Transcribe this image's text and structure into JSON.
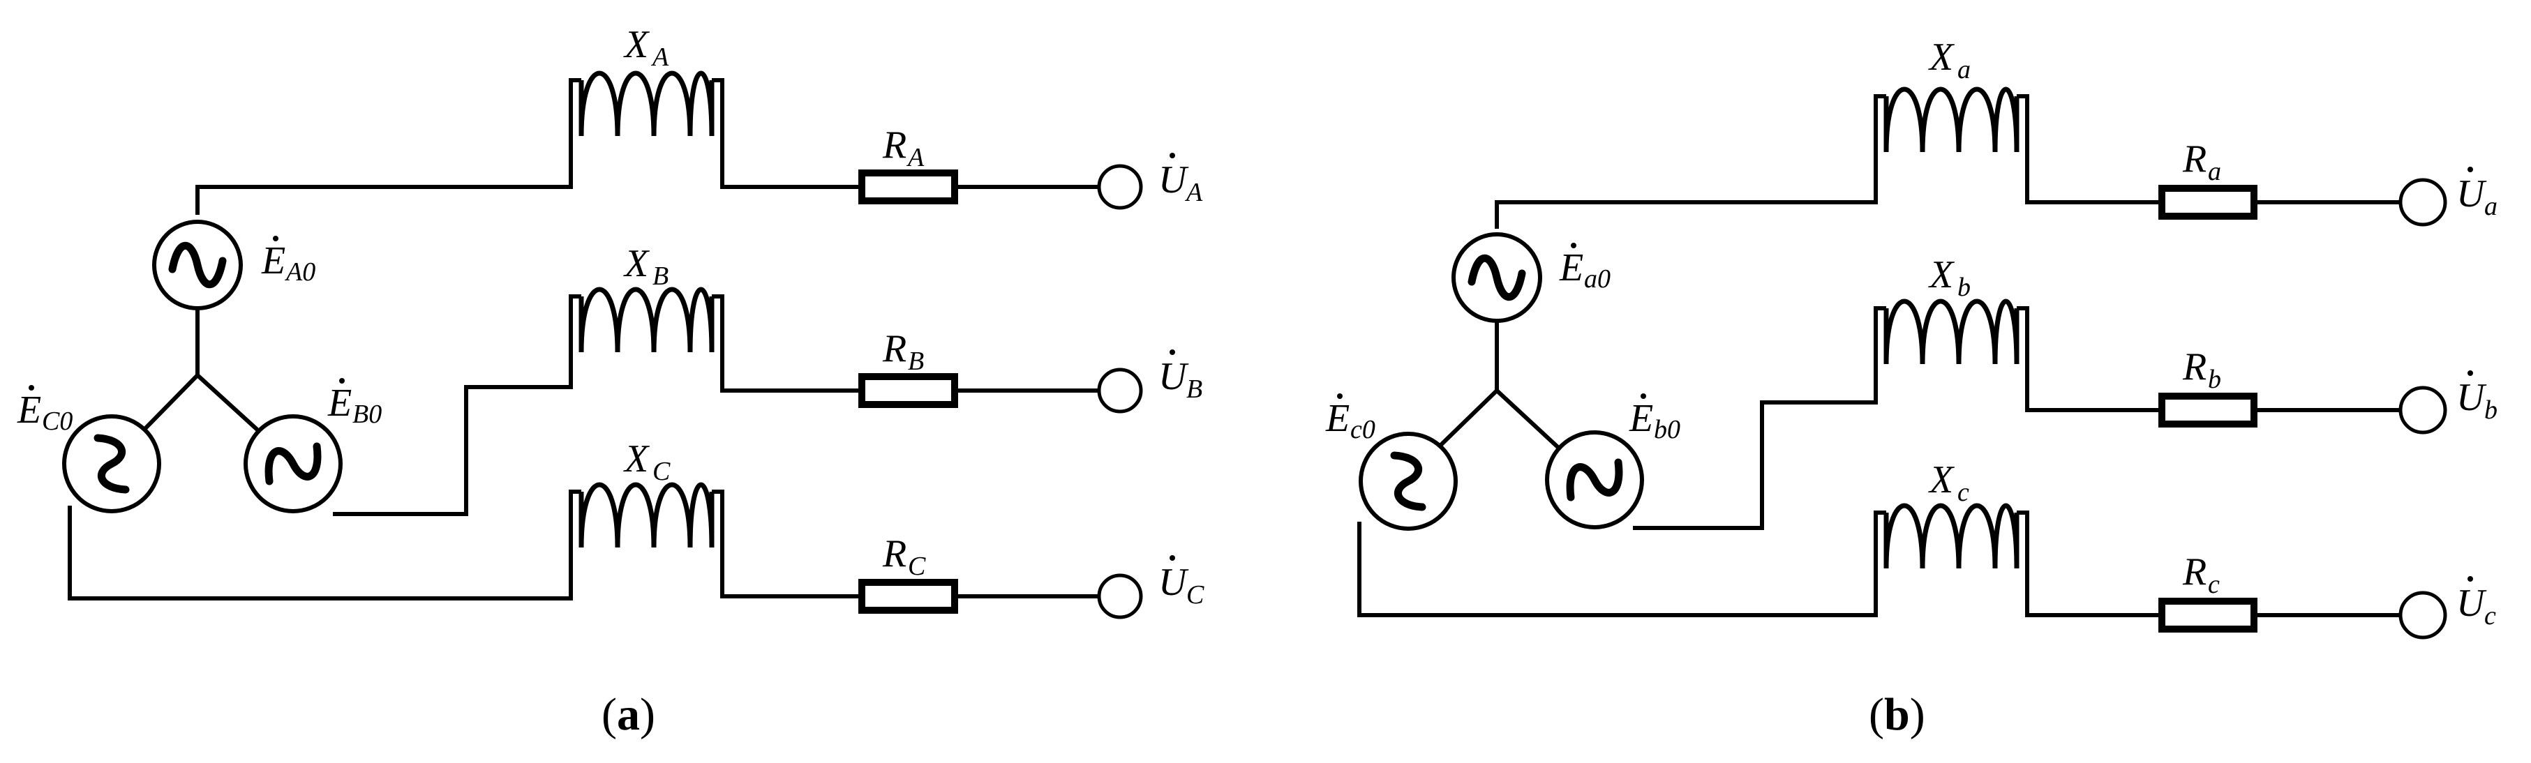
{
  "panels": [
    {
      "caption": {
        "open": "(",
        "letter": "a",
        "close": ")"
      },
      "sources": [
        {
          "base": "E",
          "sub": "A0"
        },
        {
          "base": "E",
          "sub": "B0"
        },
        {
          "base": "E",
          "sub": "C0"
        }
      ],
      "reactances": [
        {
          "base": "X",
          "sub": "A"
        },
        {
          "base": "X",
          "sub": "B"
        },
        {
          "base": "X",
          "sub": "C"
        }
      ],
      "resistances": [
        {
          "base": "R",
          "sub": "A"
        },
        {
          "base": "R",
          "sub": "B"
        },
        {
          "base": "R",
          "sub": "C"
        }
      ],
      "terminals": [
        {
          "base": "U",
          "sub": "A"
        },
        {
          "base": "U",
          "sub": "B"
        },
        {
          "base": "U",
          "sub": "C"
        }
      ]
    },
    {
      "caption": {
        "open": "(",
        "letter": "b",
        "close": ")"
      },
      "sources": [
        {
          "base": "E",
          "sub": "a0"
        },
        {
          "base": "E",
          "sub": "b0"
        },
        {
          "base": "E",
          "sub": "c0"
        }
      ],
      "reactances": [
        {
          "base": "X",
          "sub": "a"
        },
        {
          "base": "X",
          "sub": "b"
        },
        {
          "base": "X",
          "sub": "c"
        }
      ],
      "resistances": [
        {
          "base": "R",
          "sub": "a"
        },
        {
          "base": "R",
          "sub": "b"
        },
        {
          "base": "R",
          "sub": "c"
        }
      ],
      "terminals": [
        {
          "base": "U",
          "sub": "a"
        },
        {
          "base": "U",
          "sub": "b"
        },
        {
          "base": "U",
          "sub": "c"
        }
      ]
    }
  ]
}
